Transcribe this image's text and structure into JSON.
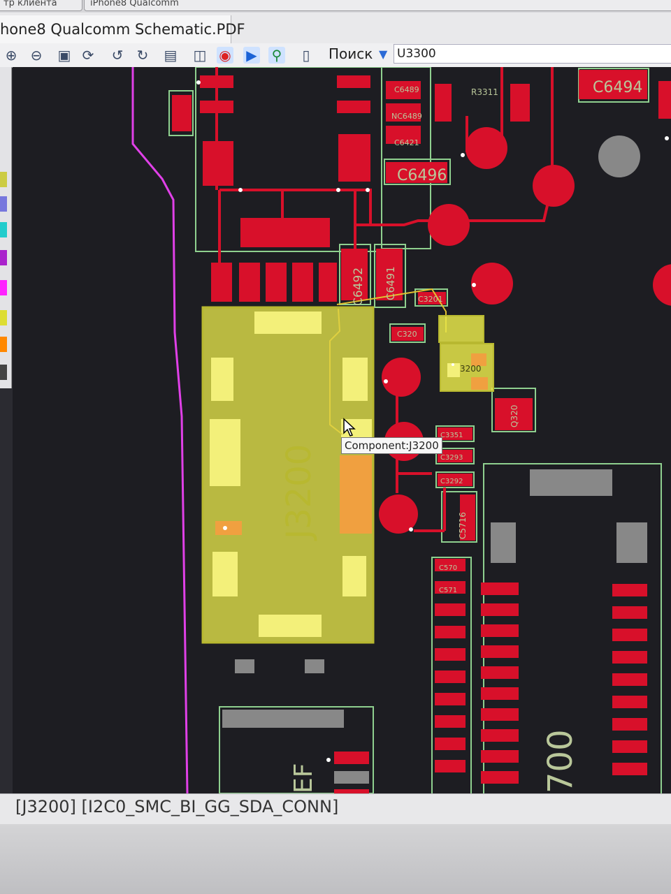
{
  "tabs": [
    "тр клиента",
    "iPhone8 Qualcomm"
  ],
  "document_tab": "hone8 Qualcomm Schematic.PDF",
  "toolbar": {
    "icons": [
      "zoom-in-icon",
      "zoom-out-icon",
      "fit-icon",
      "refresh-icon",
      "rotate-left-icon",
      "rotate-right-icon",
      "paint-icon",
      "flip-icon",
      "highlight-icon",
      "diode-icon",
      "net-icon",
      "mouse-icon"
    ],
    "search_label": "Поиск",
    "search_value": "U3300"
  },
  "palette_colors": [
    "#cccc44",
    "#7777dd",
    "#22cccc",
    "#aa22cc",
    "#ff22ff",
    "#dddd33",
    "#ff8800",
    "#444444"
  ],
  "board_labels": {
    "main_component": "J3200",
    "c6494": "C6494",
    "c6496": "C6496",
    "c6492": "C6492",
    "c6491": "C6491",
    "c6489": "C6489",
    "nc6489": "NC6489",
    "c6421": "C6421",
    "r3311": "R3311",
    "c3201": "C3201",
    "c320": "C320",
    "u3200": "3200",
    "q320": "Q320",
    "c3351": "C3351",
    "c3293": "C3293",
    "c3292": "C3292",
    "c5716": "C5716",
    "c5704": "C570",
    "c5711": "C571",
    "big_label": "700",
    "ef_label": "EF"
  },
  "tooltip": "Component:J3200",
  "status_text": "[J3200] [I2C0_SMC_BI_GG_SDA_CONN]",
  "colors": {
    "pad_red": "#d8102a",
    "outline_green": "#8fd08f",
    "highlight_yellow": "#e6e64a",
    "trace_magenta": "#e040e8"
  }
}
